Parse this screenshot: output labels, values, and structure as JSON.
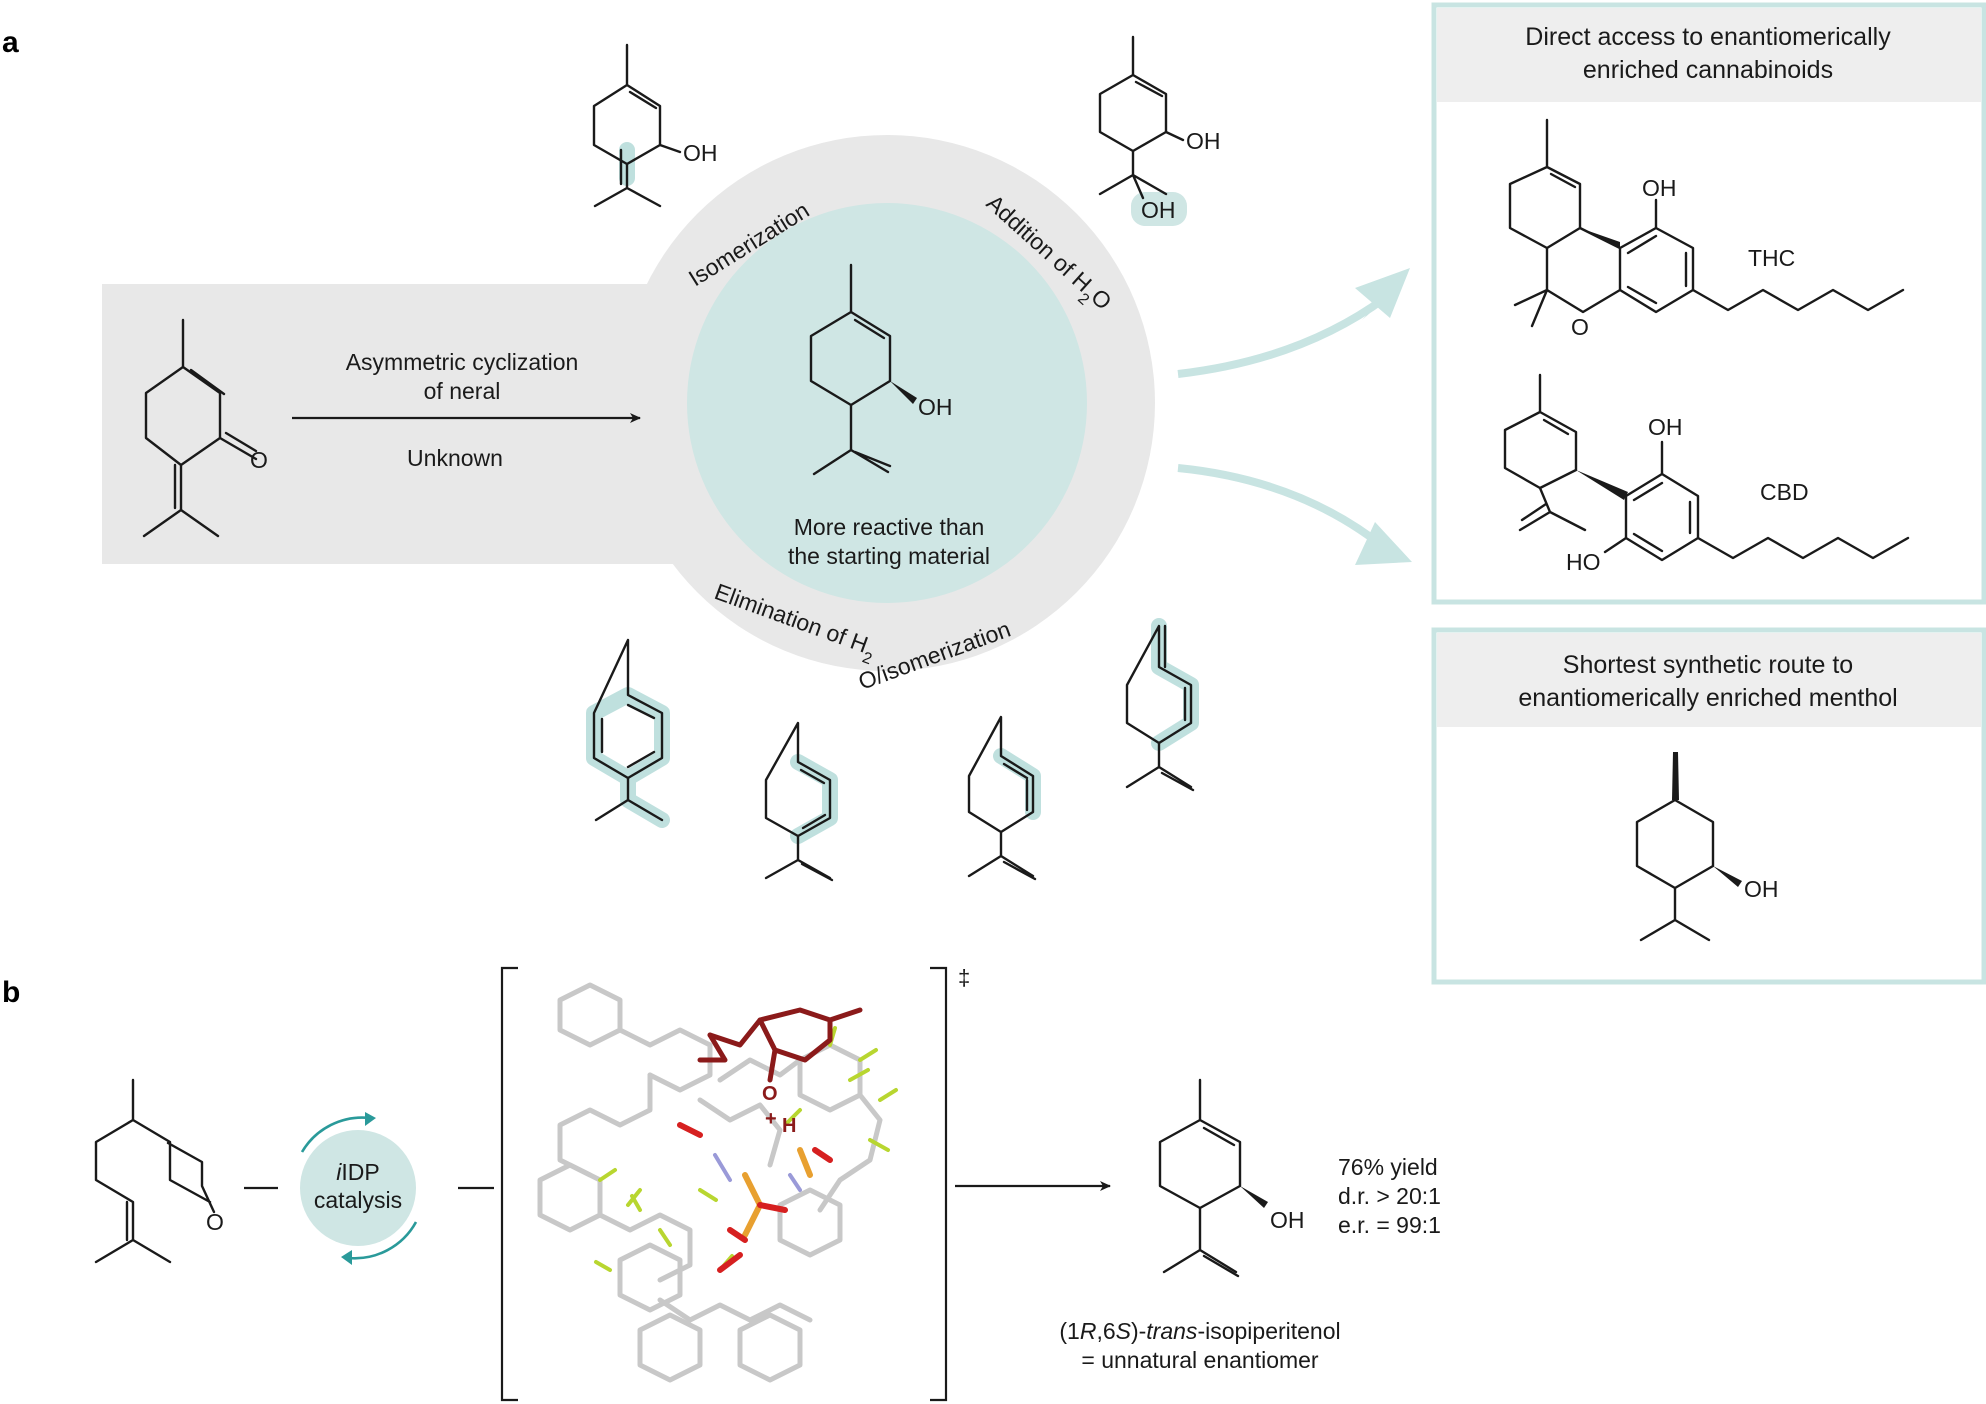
{
  "panels": {
    "a": "a",
    "b": "b"
  },
  "colors": {
    "panel_gray": "#e8e8e8",
    "teal_fill": "#cfe6e4",
    "teal_border": "#bfe0de",
    "highlight": "#bfe0de",
    "oxygen_red": "#d62020",
    "substrate_dark_red": "#8b1a1a",
    "fluorine_green": "#b8d630",
    "phosphorus_orange": "#e8a030",
    "catalyst_gray": "#c8c8c8"
  },
  "panel_a": {
    "arrow_top": "Asymmetric cyclization",
    "arrow_top2": "of neral",
    "arrow_bottom": "Unknown",
    "ring_isomerization": "Isomerization",
    "ring_addition": "Addition of H",
    "ring_addition_sub": "2",
    "ring_addition_end": "O",
    "ring_elimination": "Elimination of H",
    "ring_elimination_sub": "2",
    "ring_elimination_end": "O/isomerization",
    "center_text_1": "More reactive than",
    "center_text_2": "the starting material",
    "box1_title_1": "Direct access to enantiomerically",
    "box1_title_2": "enriched cannabinoids",
    "thc": "THC",
    "cbd": "CBD",
    "box2_title_1": "Shortest synthetic route to",
    "box2_title_2": "enantiomerically enriched menthol"
  },
  "atoms": {
    "OH": "OH",
    "HO": "HO",
    "O": "O",
    "H": "H",
    "plus": "+"
  },
  "panel_b": {
    "cycle_label_italic": "i",
    "cycle_label_rest": "IDP",
    "cycle_label_2": "catalysis",
    "ts_mark": "‡",
    "yield": "76% yield",
    "dr": "d.r. > 20:1",
    "er": "e.r. = 99:1",
    "product_pre": "(1",
    "product_R": "R",
    "product_mid": ",6",
    "product_S": "S",
    "product_dash": ")-",
    "product_trans": "trans",
    "product_rest": "-isopiperitenol",
    "product_note": "= unnatural enantiomer"
  }
}
